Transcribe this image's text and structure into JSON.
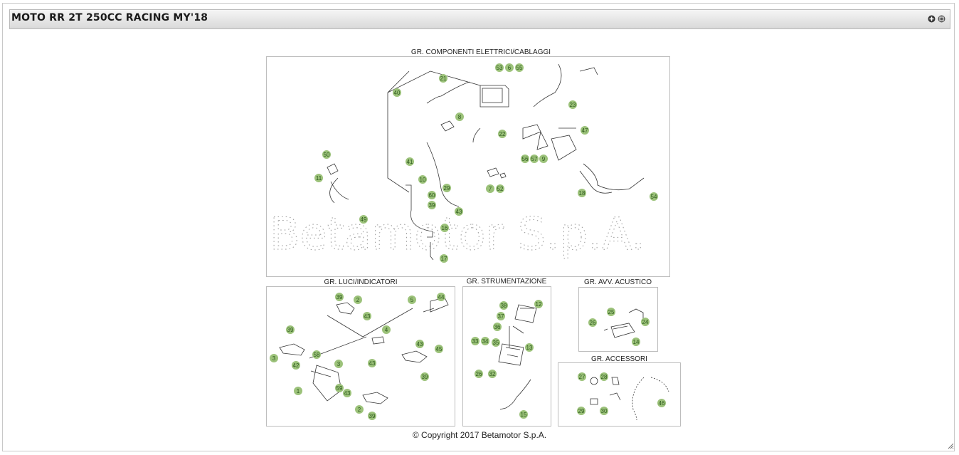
{
  "header": {
    "title": "MOTO RR 2T 250CC RACING MY'18",
    "icons": [
      "add-icon",
      "window-icon"
    ]
  },
  "groups": [
    {
      "title": "GR. COMPONENTI ELETTRICI/CABLAGGI",
      "watermark": "Betamotor S.p.A.",
      "numbers": [
        "53",
        "6",
        "55",
        "21",
        "40",
        "23",
        "8",
        "22",
        "47",
        "56",
        "57",
        "9",
        "50",
        "11",
        "41",
        "10",
        "60",
        "39",
        "29",
        "7",
        "52",
        "18",
        "54",
        "43",
        "49",
        "16",
        "17"
      ]
    },
    {
      "title": "GR. LUCI/INDICATORI",
      "numbers": [
        "39",
        "2",
        "5",
        "44",
        "43",
        "39",
        "4",
        "58",
        "3",
        "43",
        "45",
        "42",
        "3",
        "43",
        "1",
        "59",
        "43",
        "39",
        "2",
        "39"
      ]
    },
    {
      "title": "GR. STRUMENTAZIONE",
      "numbers": [
        "38",
        "12",
        "37",
        "36",
        "33",
        "34",
        "35",
        "13",
        "26",
        "32",
        "15"
      ]
    },
    {
      "title": "GR. AVV. ACUSTICO",
      "numbers": [
        "25",
        "26",
        "24",
        "14"
      ]
    },
    {
      "title": "GR. ACCESSORI",
      "numbers": [
        "27",
        "28",
        "29",
        "30",
        "46"
      ]
    }
  ],
  "footer": {
    "copyright": "© Copyright 2017 Betamotor S.p.A."
  }
}
